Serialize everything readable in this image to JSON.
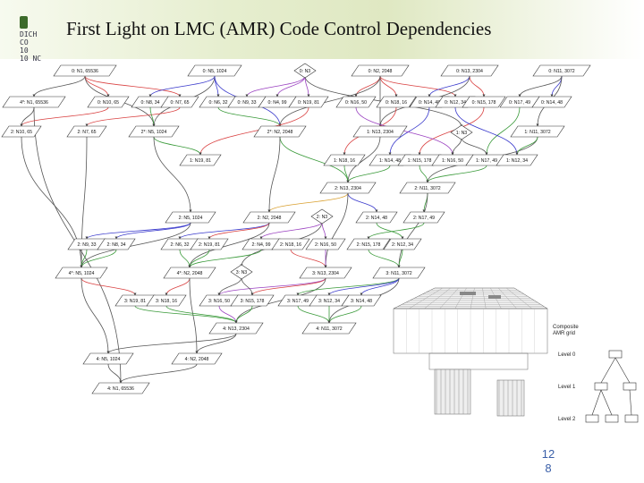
{
  "slide": {
    "title": "First Light on LMC (AMR) Code Control Dependencies",
    "page_number": "12\n8",
    "logo_text": "DICH\nCO\n10\n10 NC"
  },
  "nodes": [
    {
      "id": "a1",
      "label": "0: N1, 65536",
      "shape": "para"
    },
    {
      "id": "a2",
      "label": "0: N5, 1024",
      "shape": "para"
    },
    {
      "id": "a3",
      "label": "0: N3",
      "shape": "diamond"
    },
    {
      "id": "a4",
      "label": "0: N2, 2048",
      "shape": "para"
    },
    {
      "id": "a5",
      "label": "0: N13, 2304",
      "shape": "para"
    },
    {
      "id": "a6",
      "label": "0: N11, 3072",
      "shape": "para"
    },
    {
      "id": "b1",
      "label": "4*: N1, 65536",
      "shape": "para"
    },
    {
      "id": "b2",
      "label": "0: N10, 65",
      "shape": "para"
    },
    {
      "id": "b3",
      "label": "0: N8, 34",
      "shape": "para"
    },
    {
      "id": "b4",
      "label": "0: N7, 65",
      "shape": "para"
    },
    {
      "id": "b5",
      "label": "0: N6, 32",
      "shape": "para"
    },
    {
      "id": "b6",
      "label": "0: N9, 33",
      "shape": "para"
    },
    {
      "id": "b7",
      "label": "0: N4, 99",
      "shape": "para"
    },
    {
      "id": "b8",
      "label": "0: N19, 81",
      "shape": "para"
    },
    {
      "id": "b9",
      "label": "0: N16, 50",
      "shape": "para"
    },
    {
      "id": "b10",
      "label": "0: N18, 16",
      "shape": "para"
    },
    {
      "id": "b11",
      "label": "0: N14, 48",
      "shape": "para"
    },
    {
      "id": "b12",
      "label": "0: N12, 34",
      "shape": "para"
    },
    {
      "id": "b13",
      "label": "0: N15, 178",
      "shape": "para"
    },
    {
      "id": "b14",
      "label": "0: N17, 49",
      "shape": "para"
    },
    {
      "id": "b15",
      "label": "0: N14, 48",
      "shape": "para"
    },
    {
      "id": "c1",
      "label": "2: N10, 65",
      "shape": "para"
    },
    {
      "id": "c2",
      "label": "2: N7, 65",
      "shape": "para"
    },
    {
      "id": "c3",
      "label": "2*: N5, 1024",
      "shape": "para"
    },
    {
      "id": "c4",
      "label": "2*: N2, 2048",
      "shape": "para"
    },
    {
      "id": "c5",
      "label": "1: N13, 2304",
      "shape": "para"
    },
    {
      "id": "c6",
      "label": "1: N3",
      "shape": "diamond"
    },
    {
      "id": "c7",
      "label": "1: N11, 3072",
      "shape": "para"
    },
    {
      "id": "d1",
      "label": "1: N19, 81",
      "shape": "para"
    },
    {
      "id": "d2",
      "label": "1: N18, 16",
      "shape": "para"
    },
    {
      "id": "d3",
      "label": "1: N14, 48",
      "shape": "para"
    },
    {
      "id": "d4",
      "label": "1: N15, 178",
      "shape": "para"
    },
    {
      "id": "d5",
      "label": "1: N16, 50",
      "shape": "para"
    },
    {
      "id": "d6",
      "label": "1: N17, 49",
      "shape": "para"
    },
    {
      "id": "d7",
      "label": "1: N12, 34",
      "shape": "para"
    },
    {
      "id": "e1",
      "label": "2: N13, 2304",
      "shape": "para"
    },
    {
      "id": "e2",
      "label": "2: N11, 3072",
      "shape": "para"
    },
    {
      "id": "f1",
      "label": "2: N5, 1024",
      "shape": "para"
    },
    {
      "id": "f2",
      "label": "2: N2, 2048",
      "shape": "para"
    },
    {
      "id": "f3",
      "label": "2: N3",
      "shape": "diamond"
    },
    {
      "id": "f4",
      "label": "2: N14, 48",
      "shape": "para"
    },
    {
      "id": "f5",
      "label": "2: N17, 49",
      "shape": "para"
    },
    {
      "id": "g1",
      "label": "2: N9, 33",
      "shape": "para"
    },
    {
      "id": "g2",
      "label": "2: N8, 34",
      "shape": "para"
    },
    {
      "id": "g3",
      "label": "2: N6, 32",
      "shape": "para"
    },
    {
      "id": "g4",
      "label": "2: N19, 81",
      "shape": "para"
    },
    {
      "id": "g5",
      "label": "2: N4, 99",
      "shape": "para"
    },
    {
      "id": "g6",
      "label": "2: N18, 16",
      "shape": "para"
    },
    {
      "id": "g7",
      "label": "2: N16, 50",
      "shape": "para"
    },
    {
      "id": "g8",
      "label": "2: N15, 178",
      "shape": "para"
    },
    {
      "id": "g9",
      "label": "2: N12, 34",
      "shape": "para"
    },
    {
      "id": "h1",
      "label": "4*: N5, 1024",
      "shape": "para"
    },
    {
      "id": "h2",
      "label": "4*: N2, 2048",
      "shape": "para"
    },
    {
      "id": "h3",
      "label": "3: N13, 2304",
      "shape": "para"
    },
    {
      "id": "h4",
      "label": "3: N11, 3072",
      "shape": "para"
    },
    {
      "id": "i1",
      "label": "3: N3",
      "shape": "diamond"
    },
    {
      "id": "j1",
      "label": "3: N19, 81",
      "shape": "para"
    },
    {
      "id": "j2",
      "label": "3: N18, 16",
      "shape": "para"
    },
    {
      "id": "j3",
      "label": "3: N16, 50",
      "shape": "para"
    },
    {
      "id": "j4",
      "label": "3: N15, 178",
      "shape": "para"
    },
    {
      "id": "j5",
      "label": "3: N17, 49",
      "shape": "para"
    },
    {
      "id": "j6",
      "label": "3: N12, 34",
      "shape": "para"
    },
    {
      "id": "j7",
      "label": "3: N14, 48",
      "shape": "para"
    },
    {
      "id": "k1",
      "label": "4: N13, 2304",
      "shape": "para"
    },
    {
      "id": "k2",
      "label": "4: N11, 3072",
      "shape": "para"
    },
    {
      "id": "l1",
      "label": "4: N5, 1024",
      "shape": "para"
    },
    {
      "id": "l2",
      "label": "4: N2, 2048",
      "shape": "para"
    },
    {
      "id": "m1",
      "label": "4: N1, 65536",
      "shape": "para"
    }
  ],
  "edges": [
    {
      "from": "a1",
      "to": "b1",
      "color": "#555555"
    },
    {
      "from": "a1",
      "to": "b2",
      "color": "#d94040"
    },
    {
      "from": "a1",
      "to": "b4",
      "color": "#d94040"
    },
    {
      "from": "a1",
      "to": "c3",
      "color": "#555555"
    },
    {
      "from": "a2",
      "to": "b3",
      "color": "#3a3acc"
    },
    {
      "from": "a2",
      "to": "b5",
      "color": "#3a3acc"
    },
    {
      "from": "a2",
      "to": "c3",
      "color": "#555555"
    },
    {
      "from": "a2",
      "to": "c4",
      "color": "#3a3acc"
    },
    {
      "from": "a3",
      "to": "b6",
      "color": "#9a40c0"
    },
    {
      "from": "a3",
      "to": "b7",
      "color": "#9a40c0"
    },
    {
      "from": "a3",
      "to": "b8",
      "color": "#9a40c0"
    },
    {
      "from": "a3",
      "to": "c6",
      "color": "#555555"
    },
    {
      "from": "a4",
      "to": "b9",
      "color": "#d94040"
    },
    {
      "from": "a4",
      "to": "b10",
      "color": "#d94040"
    },
    {
      "from": "a4",
      "to": "b12",
      "color": "#d94040"
    },
    {
      "from": "a4",
      "to": "c4",
      "color": "#555555"
    },
    {
      "from": "a4",
      "to": "c5",
      "color": "#555555"
    },
    {
      "from": "a5",
      "to": "b13",
      "color": "#d94040"
    },
    {
      "from": "a5",
      "to": "b11",
      "color": "#3a3acc"
    },
    {
      "from": "a5",
      "to": "c5",
      "color": "#555555"
    },
    {
      "from": "a6",
      "to": "b14",
      "color": "#555555"
    },
    {
      "from": "a6",
      "to": "b15",
      "color": "#3a3acc"
    },
    {
      "from": "a6",
      "to": "c7",
      "color": "#555555"
    },
    {
      "from": "b1",
      "to": "c1",
      "color": "#555555"
    },
    {
      "from": "b1",
      "to": "m1",
      "color": "#555555"
    },
    {
      "from": "b2",
      "to": "c1",
      "color": "#d94040"
    },
    {
      "from": "b4",
      "to": "c2",
      "color": "#d94040"
    },
    {
      "from": "b3",
      "to": "c3",
      "color": "#3a9a3a"
    },
    {
      "from": "b5",
      "to": "c4",
      "color": "#3a9a3a"
    },
    {
      "from": "b8",
      "to": "d1",
      "color": "#d94040"
    },
    {
      "from": "b10",
      "to": "d2",
      "color": "#d94040"
    },
    {
      "from": "b11",
      "to": "d3",
      "color": "#3a3acc"
    },
    {
      "from": "b13",
      "to": "d4",
      "color": "#d94040"
    },
    {
      "from": "b9",
      "to": "d5",
      "color": "#9a40c0"
    },
    {
      "from": "b14",
      "to": "d6",
      "color": "#3a9a3a"
    },
    {
      "from": "b12",
      "to": "d7",
      "color": "#3a3acc"
    },
    {
      "from": "c3",
      "to": "d1",
      "color": "#3a9a3a"
    },
    {
      "from": "c3",
      "to": "f1",
      "color": "#555555"
    },
    {
      "from": "c4",
      "to": "e1",
      "color": "#3a9a3a"
    },
    {
      "from": "c4",
      "to": "f2",
      "color": "#555555"
    },
    {
      "from": "c5",
      "to": "e1",
      "color": "#555555"
    },
    {
      "from": "c6",
      "to": "d5",
      "color": "#555555"
    },
    {
      "from": "c6",
      "to": "d6",
      "color": "#555555"
    },
    {
      "from": "c7",
      "to": "e2",
      "color": "#555555"
    },
    {
      "from": "c7",
      "to": "d7",
      "color": "#3a9a3a"
    },
    {
      "from": "d2",
      "to": "e1",
      "color": "#3a9a3a"
    },
    {
      "from": "d3",
      "to": "e1",
      "color": "#3a9a3a"
    },
    {
      "from": "d4",
      "to": "e2",
      "color": "#3a9a3a"
    },
    {
      "from": "d6",
      "to": "e2",
      "color": "#3a9a3a"
    },
    {
      "from": "e1",
      "to": "f2",
      "color": "#d9a030"
    },
    {
      "from": "e1",
      "to": "f4",
      "color": "#3a3acc"
    },
    {
      "from": "e1",
      "to": "h3",
      "color": "#555555"
    },
    {
      "from": "e2",
      "to": "f5",
      "color": "#3a9a3a"
    },
    {
      "from": "e2",
      "to": "h4",
      "color": "#555555"
    },
    {
      "from": "c1",
      "to": "h1",
      "color": "#555555"
    },
    {
      "from": "c2",
      "to": "h1",
      "color": "#555555"
    },
    {
      "from": "f1",
      "to": "g1",
      "color": "#3a3acc"
    },
    {
      "from": "f1",
      "to": "g2",
      "color": "#3a3acc"
    },
    {
      "from": "f1",
      "to": "h1",
      "color": "#555555"
    },
    {
      "from": "f2",
      "to": "g3",
      "color": "#3a3acc"
    },
    {
      "from": "f2",
      "to": "g4",
      "color": "#d94040"
    },
    {
      "from": "f2",
      "to": "h2",
      "color": "#555555"
    },
    {
      "from": "f3",
      "to": "g5",
      "color": "#9a40c0"
    },
    {
      "from": "f3",
      "to": "g7",
      "color": "#9a40c0"
    },
    {
      "from": "f3",
      "to": "i1",
      "color": "#555555"
    },
    {
      "from": "f4",
      "to": "g9",
      "color": "#3a9a3a"
    },
    {
      "from": "f5",
      "to": "g8",
      "color": "#3a9a3a"
    },
    {
      "from": "g1",
      "to": "h1",
      "color": "#3a9a3a"
    },
    {
      "from": "g2",
      "to": "h1",
      "color": "#3a9a3a"
    },
    {
      "from": "g3",
      "to": "h2",
      "color": "#3a9a3a"
    },
    {
      "from": "g4",
      "to": "h2",
      "color": "#3a9a3a"
    },
    {
      "from": "g5",
      "to": "h2",
      "color": "#3a9a3a"
    },
    {
      "from": "g6",
      "to": "h3",
      "color": "#d94040"
    },
    {
      "from": "g7",
      "to": "h3",
      "color": "#9a40c0"
    },
    {
      "from": "g8",
      "to": "h4",
      "color": "#3a9a3a"
    },
    {
      "from": "g9",
      "to": "h4",
      "color": "#3a9a3a"
    },
    {
      "from": "h1",
      "to": "j1",
      "color": "#d94040"
    },
    {
      "from": "h1",
      "to": "l1",
      "color": "#555555"
    },
    {
      "from": "h2",
      "to": "j2",
      "color": "#d94040"
    },
    {
      "from": "h2",
      "to": "l2",
      "color": "#555555"
    },
    {
      "from": "h3",
      "to": "j3",
      "color": "#9a40c0"
    },
    {
      "from": "h3",
      "to": "j4",
      "color": "#d94040"
    },
    {
      "from": "h3",
      "to": "k1",
      "color": "#555555"
    },
    {
      "from": "h4",
      "to": "j5",
      "color": "#3a9a3a"
    },
    {
      "from": "h4",
      "to": "j6",
      "color": "#3a3acc"
    },
    {
      "from": "h4",
      "to": "j7",
      "color": "#3a3acc"
    },
    {
      "from": "h4",
      "to": "k2",
      "color": "#555555"
    },
    {
      "from": "i1",
      "to": "j3",
      "color": "#555555"
    },
    {
      "from": "i1",
      "to": "j4",
      "color": "#555555"
    },
    {
      "from": "j1",
      "to": "k1",
      "color": "#3a9a3a"
    },
    {
      "from": "j2",
      "to": "k1",
      "color": "#3a9a3a"
    },
    {
      "from": "j3",
      "to": "k1",
      "color": "#9a40c0"
    },
    {
      "from": "j4",
      "to": "k1",
      "color": "#3a9a3a"
    },
    {
      "from": "j5",
      "to": "k2",
      "color": "#3a9a3a"
    },
    {
      "from": "j6",
      "to": "k2",
      "color": "#3a9a3a"
    },
    {
      "from": "j7",
      "to": "k2",
      "color": "#3a9a3a"
    },
    {
      "from": "k1",
      "to": "l1",
      "color": "#555555"
    },
    {
      "from": "k1",
      "to": "l2",
      "color": "#555555"
    },
    {
      "from": "l1",
      "to": "m1",
      "color": "#555555"
    },
    {
      "from": "l2",
      "to": "m1",
      "color": "#555555"
    }
  ],
  "amr": {
    "label": "Composite\nAMR grid",
    "levels": [
      "Level 0",
      "Level 1",
      "Level 2"
    ]
  }
}
